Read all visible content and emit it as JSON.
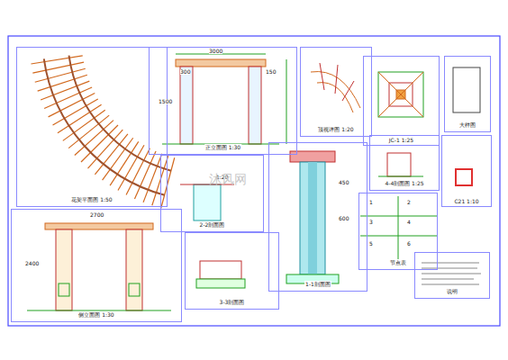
{
  "diagram": {
    "nodes": [
      {
        "text": [
          "花架平面图 1:50"
        ]
      },
      {
        "text": [
          "正立面图 1:30"
        ]
      },
      {
        "text": [
          "顶视详图 1:20"
        ]
      },
      {
        "text": [
          "JC-1 1:25"
        ]
      },
      {
        "text": [
          "大样图"
        ]
      },
      {
        "text": [
          "侧立面图 1:30"
        ]
      },
      {
        "text": [
          "2-2剖面图"
        ]
      },
      {
        "text": [
          "3-3剖面图"
        ]
      },
      {
        "text": [
          "1-1剖面图"
        ]
      },
      {
        "text": [
          "4-4剖面图 1:25"
        ]
      },
      {
        "text": [
          "C21 1:10"
        ]
      },
      {
        "text": [
          "节点表"
        ]
      },
      {
        "text": [
          "说明"
        ]
      }
    ],
    "labels": [
      "3000",
      "2700",
      "2400",
      "300",
      "150",
      "1500",
      "1",
      "2",
      "3",
      "4",
      "5",
      "6",
      "1:20",
      "450",
      "600",
      "沐风网"
    ]
  }
}
